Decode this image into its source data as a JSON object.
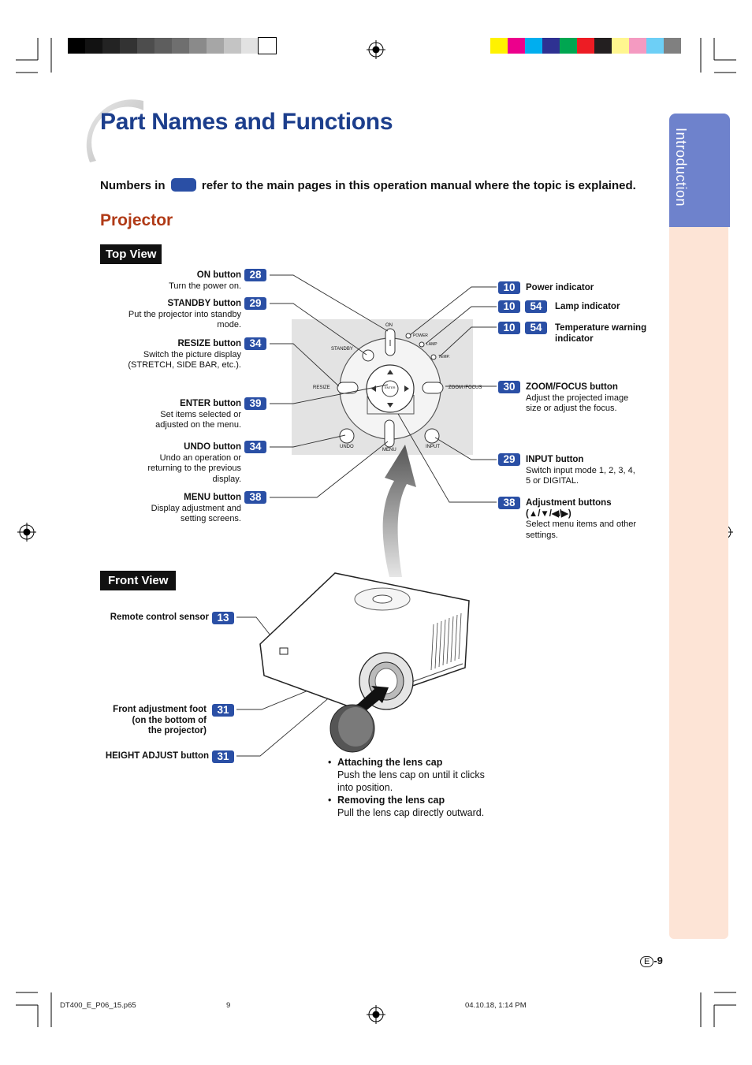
{
  "page": {
    "title": "Part Names and Functions",
    "note_before": "Numbers in",
    "note_after": "refer to the main pages in this operation manual where the topic is explained.",
    "section": "Projector",
    "side_tab": "Introduction",
    "page_number": "-9",
    "page_number_letter": "E"
  },
  "colors": {
    "title": "#1c3e8c",
    "section": "#b03a16",
    "badge": "#2a4fa5",
    "tab": "#6e82cc",
    "side_band": "#fde4d6",
    "gray_bar": [
      "#000000",
      "#121212",
      "#232323",
      "#333333",
      "#4d4d4d",
      "#5e5e5e",
      "#6f6f6f",
      "#8a8a8a",
      "#a6a6a6",
      "#c4c4c4",
      "#e2e2e2",
      "#ffffff"
    ],
    "color_bar": [
      "#fff200",
      "#ec008c",
      "#00aeef",
      "#2e3192",
      "#00a651",
      "#ed1c24",
      "#231f20",
      "#fff68f",
      "#f49ac1",
      "#6dcff6",
      "#808080"
    ]
  },
  "top_view": {
    "tag": "Top View",
    "left": [
      {
        "name": "ON button",
        "desc": [
          "Turn the power on."
        ],
        "pages": [
          "28"
        ]
      },
      {
        "name": "STANDBY button",
        "desc": [
          "Put the projector into standby",
          "mode."
        ],
        "pages": [
          "29"
        ]
      },
      {
        "name": "RESIZE button",
        "desc": [
          "Switch the picture display",
          "(STRETCH, SIDE BAR, etc.)."
        ],
        "pages": [
          "34"
        ]
      },
      {
        "name": "ENTER button",
        "desc": [
          "Set items selected or",
          "adjusted on the menu."
        ],
        "pages": [
          "39"
        ]
      },
      {
        "name": "UNDO button",
        "desc": [
          "Undo an operation or",
          "returning to the previous",
          "display."
        ],
        "pages": [
          "34"
        ]
      },
      {
        "name": "MENU button",
        "desc": [
          "Display adjustment and",
          "setting screens."
        ],
        "pages": [
          "38"
        ]
      }
    ],
    "right": [
      {
        "name": "Power indicator",
        "desc": [],
        "pages": [
          "10"
        ]
      },
      {
        "name": "Lamp indicator",
        "desc": [],
        "pages": [
          "10",
          "54"
        ]
      },
      {
        "name": "Temperature warning",
        "name2": "indicator",
        "desc": [],
        "pages": [
          "10",
          "54"
        ]
      },
      {
        "name": "ZOOM/FOCUS button",
        "desc": [
          "Adjust the projected image",
          "size or adjust the focus."
        ],
        "pages": [
          "30"
        ]
      },
      {
        "name": "INPUT button",
        "desc": [
          "Switch input mode 1, 2, 3, 4,",
          "5 or DIGITAL."
        ],
        "pages": [
          "29"
        ]
      },
      {
        "name": "Adjustment buttons",
        "name2": "(▲/▼/◀/▶)",
        "desc": [
          "Select menu items and other",
          "settings."
        ],
        "pages": [
          "38"
        ]
      }
    ],
    "panel": {
      "on": "ON",
      "standby": "STANDBY",
      "resize": "RESIZE",
      "undo": "UNDO",
      "menu": "MENU",
      "input": "INPUT",
      "zoom": "ZOOM /FOCUS",
      "power": "POWER",
      "lamp": "LAMP",
      "temp": "TEMP.",
      "enter": "ENTER"
    }
  },
  "front_view": {
    "tag": "Front View",
    "items": [
      {
        "name": "Remote control sensor",
        "pages": [
          "13"
        ]
      },
      {
        "name": "Front adjustment foot",
        "name2": "(on the bottom of",
        "name3": "the projector)",
        "pages": [
          "31"
        ]
      },
      {
        "name": "HEIGHT ADJUST button",
        "pages": [
          "31"
        ]
      }
    ]
  },
  "lens_cap": {
    "attach_title": "Attaching the lens cap",
    "attach_1": "Push the lens cap on until it clicks",
    "attach_2": "into position.",
    "remove_title": "Removing the lens cap",
    "remove_1": "Pull the lens cap directly outward."
  },
  "footer": {
    "file": "DT400_E_P06_15.p65",
    "page": "9",
    "date": "04.10.18, 1:14 PM"
  }
}
